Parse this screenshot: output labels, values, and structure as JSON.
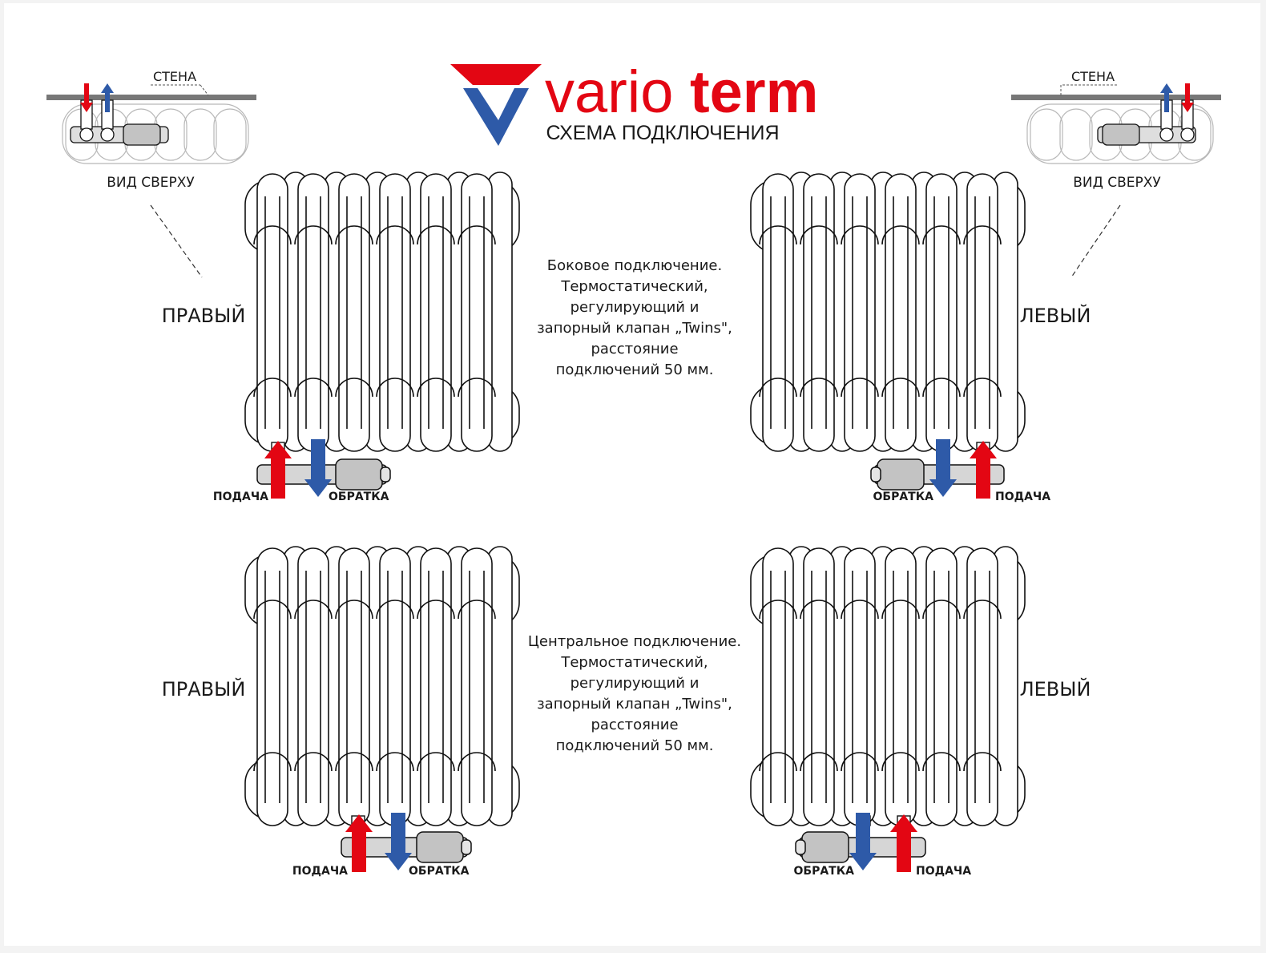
{
  "header": {
    "brand_light": "vario",
    "brand_bold": "term",
    "subtitle": "СХЕМА ПОДКЛЮЧЕНИЯ"
  },
  "top_view": {
    "wall_label": "СТЕНА",
    "view_label": "ВИД СВЕРХУ"
  },
  "labels": {
    "right": "ПРАВЫЙ",
    "left": "ЛЕВЫЙ",
    "supply": "ПОДАЧА",
    "return": "ОБРАТКА"
  },
  "descriptions": {
    "side": [
      "Боковое подключение.",
      "Термостатический,",
      "регулирующий и",
      "запорный клапан „Twins\",",
      "расстояние",
      "подключений 50 мм."
    ],
    "central": [
      "Центральное подключение.",
      "Термостатический,",
      "регулирующий и",
      "запорный клапан „Twins\",",
      "расстояние",
      "подключений 50 мм."
    ]
  },
  "colors": {
    "supply": "#e30613",
    "return": "#2e5aa8",
    "brand_red": "#e30613",
    "brand_blue": "#2e5aa8",
    "wall": "#777777"
  },
  "icons": {
    "supply_arrow": "arrow-up-red-icon",
    "return_arrow": "arrow-down-blue-icon",
    "logo": "vario-term-v-logo-icon"
  }
}
